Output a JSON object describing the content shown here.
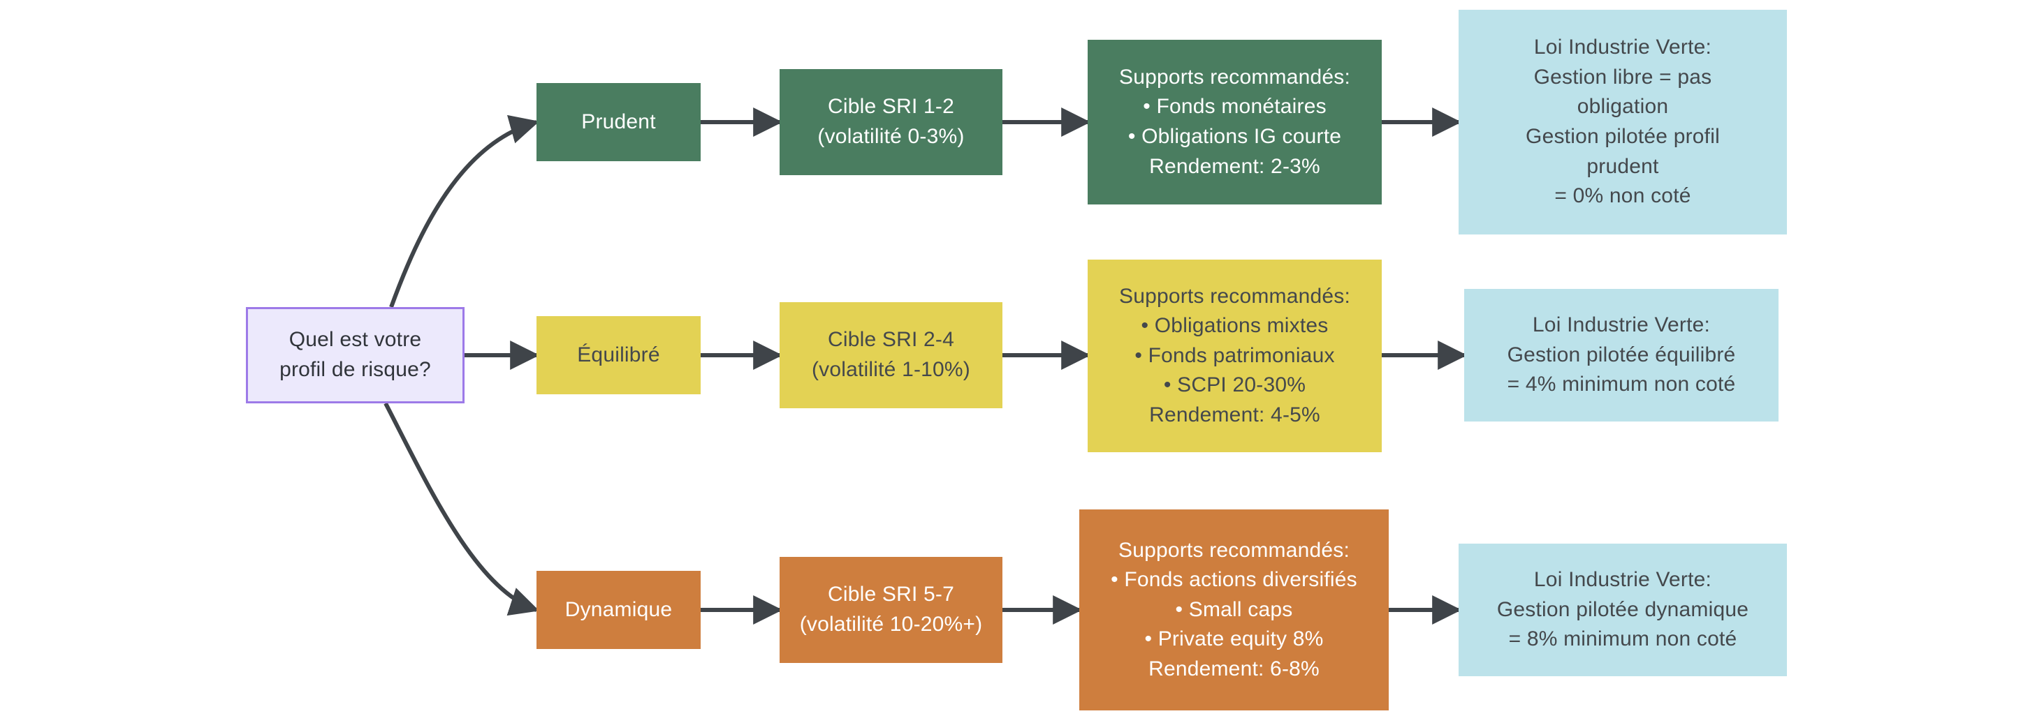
{
  "colors": {
    "background": "#ffffff",
    "decision_fill": "#ECE9FC",
    "decision_border": "#9D7AE8",
    "prudent": "#4A7D60",
    "equilibre": "#E3D254",
    "dynamique": "#CE7E3E",
    "loi": "#BCE2EA",
    "edge": "#3F4449",
    "text_dark": "#44484C",
    "text_light": "#FFFFFF"
  },
  "decision": {
    "lines": [
      "Quel est votre",
      "profil de risque?"
    ]
  },
  "rows": [
    {
      "id": "prudent",
      "profile": {
        "lines": [
          "Prudent"
        ]
      },
      "sri": {
        "lines": [
          "Cible SRI 1-2",
          "(volatilité 0-3%)"
        ]
      },
      "supports": {
        "lines": [
          "Supports recommandés:",
          "• Fonds monétaires",
          "• Obligations IG courte",
          "Rendement: 2-3%"
        ]
      },
      "loi": {
        "lines": [
          "Loi Industrie Verte:",
          "Gestion libre = pas",
          "obligation",
          "Gestion pilotée profil",
          "prudent",
          "= 0% non coté"
        ]
      }
    },
    {
      "id": "equilibre",
      "profile": {
        "lines": [
          "Équilibré"
        ]
      },
      "sri": {
        "lines": [
          "Cible SRI 2-4",
          "(volatilité 1-10%)"
        ]
      },
      "supports": {
        "lines": [
          "Supports recommandés:",
          "• Obligations mixtes",
          "• Fonds patrimoniaux",
          "• SCPI 20-30%",
          "Rendement: 4-5%"
        ]
      },
      "loi": {
        "lines": [
          "Loi Industrie Verte:",
          "Gestion pilotée équilibré",
          "= 4% minimum non coté"
        ]
      }
    },
    {
      "id": "dynamique",
      "profile": {
        "lines": [
          "Dynamique"
        ]
      },
      "sri": {
        "lines": [
          "Cible SRI 5-7",
          "(volatilité 10-20%+)"
        ]
      },
      "supports": {
        "lines": [
          "Supports recommandés:",
          "• Fonds actions diversifiés",
          "• Small caps",
          "• Private equity 8%",
          "Rendement: 6-8%"
        ]
      },
      "loi": {
        "lines": [
          "Loi Industrie Verte:",
          "Gestion pilotée dynamique",
          "= 8% minimum non coté"
        ]
      }
    }
  ]
}
